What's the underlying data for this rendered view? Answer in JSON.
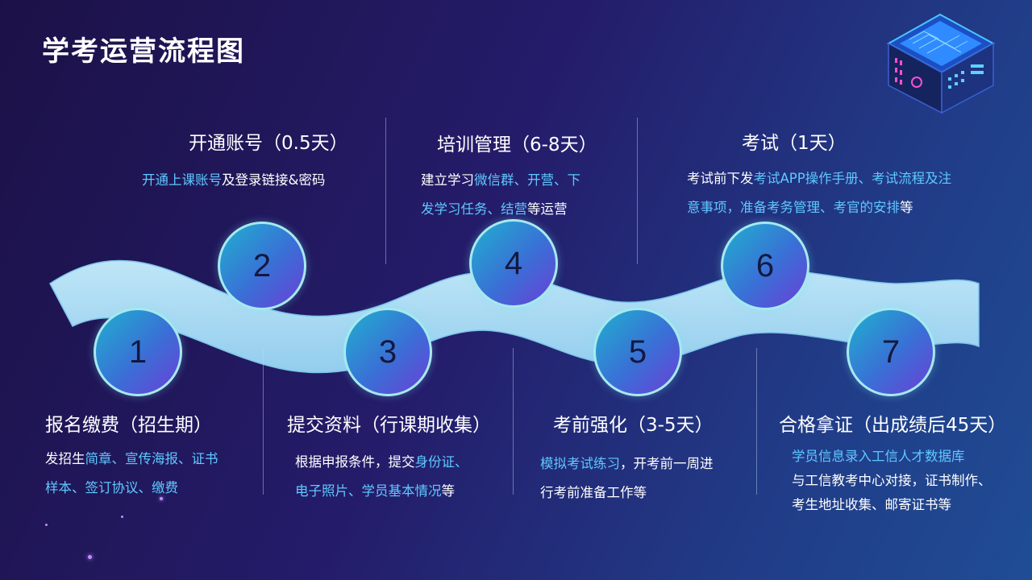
{
  "title": "学考运营流程图",
  "steps": [
    {
      "number": "1",
      "title": "报名缴费（招生期）",
      "desc": [
        [
          {
            "t": "发招生",
            "hl": false
          },
          {
            "t": "简章、宣传海报、证书",
            "hl": true
          }
        ],
        [
          {
            "t": "样本、签订协议、缴费",
            "hl": true
          }
        ]
      ]
    },
    {
      "number": "2",
      "title": "开通账号（0.5天）",
      "desc": [
        [
          {
            "t": "开通上课账号",
            "hl": true
          },
          {
            "t": "及登录链接&密码",
            "hl": false
          }
        ]
      ]
    },
    {
      "number": "3",
      "title": "提交资料（行课期收集）",
      "desc": [
        [
          {
            "t": "根据申报条件，提交",
            "hl": false
          },
          {
            "t": "身份证、",
            "hl": true
          }
        ],
        [
          {
            "t": "电子照片、学员基本情况",
            "hl": true
          },
          {
            "t": "等",
            "hl": false
          }
        ]
      ]
    },
    {
      "number": "4",
      "title": "培训管理（6-8天）",
      "desc": [
        [
          {
            "t": "建立学习",
            "hl": false
          },
          {
            "t": "微信群、开营、下",
            "hl": true
          }
        ],
        [
          {
            "t": "发学习任务、结营",
            "hl": true
          },
          {
            "t": "等运营",
            "hl": false
          }
        ]
      ]
    },
    {
      "number": "5",
      "title": "考前强化（3-5天）",
      "desc": [
        [
          {
            "t": "模拟考试练习",
            "hl": true
          },
          {
            "t": "，开考前一周进",
            "hl": false
          }
        ],
        [
          {
            "t": "行考前准备工作等",
            "hl": false
          }
        ]
      ]
    },
    {
      "number": "6",
      "title": "考试（1天）",
      "desc": [
        [
          {
            "t": "考试前下发",
            "hl": false
          },
          {
            "t": "考试APP操作手册、考试流程及注",
            "hl": true
          }
        ],
        [
          {
            "t": "意事项，准备考务管理、考官的安排",
            "hl": true
          },
          {
            "t": "等",
            "hl": false
          }
        ]
      ]
    },
    {
      "number": "7",
      "title": "合格拿证（出成绩后45天）",
      "desc": [
        [
          {
            "t": "学员信息录入工信人才数据库",
            "hl": true
          }
        ],
        [
          {
            "t": "与工信教考中心对接，证书制作、",
            "hl": false
          }
        ],
        [
          {
            "t": "考生地址收集、邮寄证书等",
            "hl": false
          }
        ]
      ]
    }
  ],
  "icons": {
    "server": "server-chip-icon"
  },
  "colors": {
    "ribbon": "#a7dbf3",
    "ribbon_edge": "#7cc3ea",
    "circle_border": "#a6e9ef",
    "highlight": "#5fc8ff",
    "number": "#14183f"
  }
}
